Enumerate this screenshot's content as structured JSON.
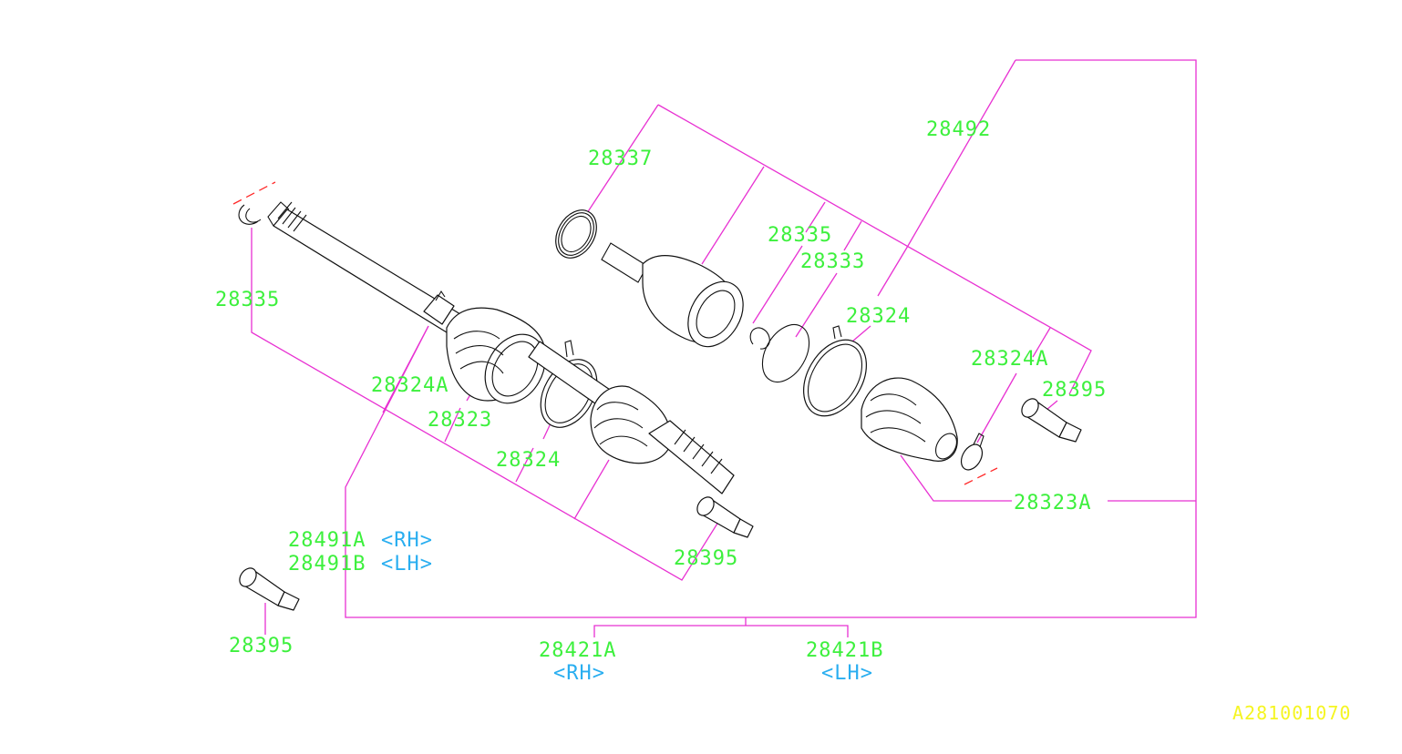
{
  "diagram": {
    "colors": {
      "label": "#3df03d",
      "side": "#29aef0",
      "leader": "#e831d2",
      "code": "#f5f522",
      "part": "#111111"
    },
    "labels": {
      "p28492": "28492",
      "p28337": "28337",
      "p28335_inner": "28335",
      "p28333": "28333",
      "p28324_outer": "28324",
      "p28324a_outer": "28324A",
      "p28395_outer": "28395",
      "p28323a": "28323A",
      "p28335_left": "28335",
      "p28324a_left": "28324A",
      "p28323": "28323",
      "p28324_left": "28324",
      "p28395_mid": "28395",
      "p28491a": "28491A",
      "p28491a_side": "<RH>",
      "p28491b": "28491B",
      "p28491b_side": "<LH>",
      "p28395_low": "28395",
      "p28421a": "28421A",
      "p28421a_side": "<RH>",
      "p28421b": "28421B",
      "p28421b_side": "<LH>",
      "code": "A281001070"
    }
  }
}
